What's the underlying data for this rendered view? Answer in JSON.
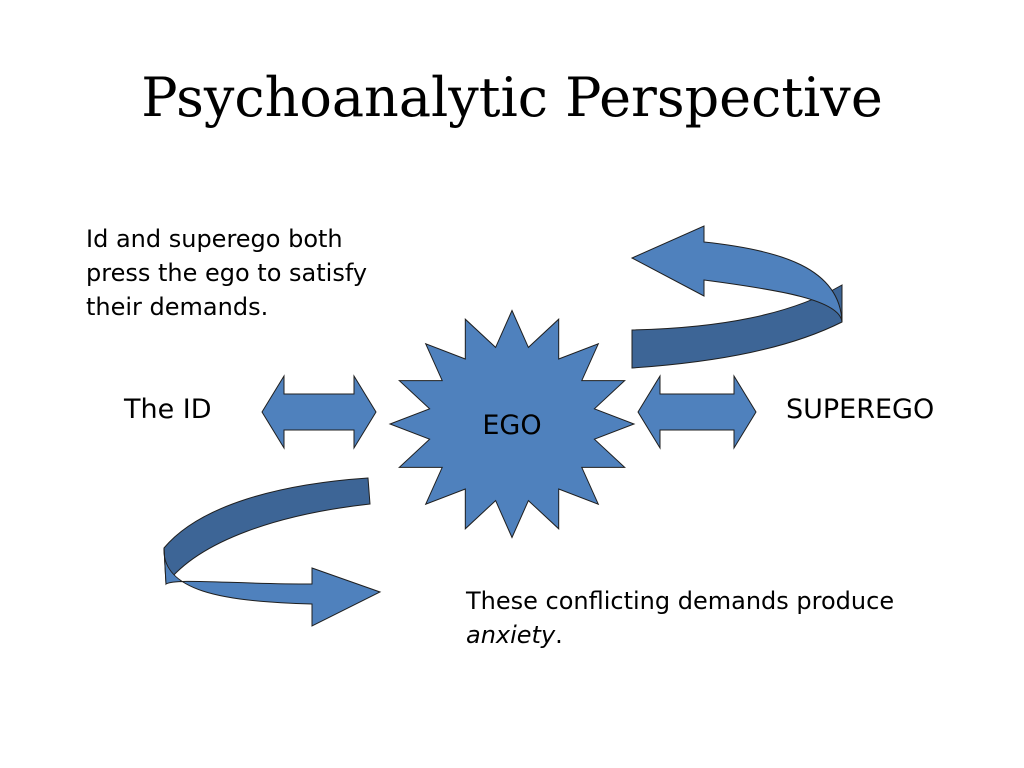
{
  "title": "Psychoanalytic Perspective",
  "note_top": {
    "lines": [
      "Id and superego both",
      "press the ego to satisfy",
      "their demands."
    ]
  },
  "labels": {
    "id": "The ID",
    "superego": "SUPEREGO",
    "ego": "EGO"
  },
  "note_bottom": {
    "line1": "These conflicting demands produce",
    "emphasis": "anxiety",
    "suffix": "."
  },
  "colors": {
    "shape_fill": "#4f81bd",
    "shape_dark": "#3d6596",
    "outline": "#1f1f1f"
  }
}
